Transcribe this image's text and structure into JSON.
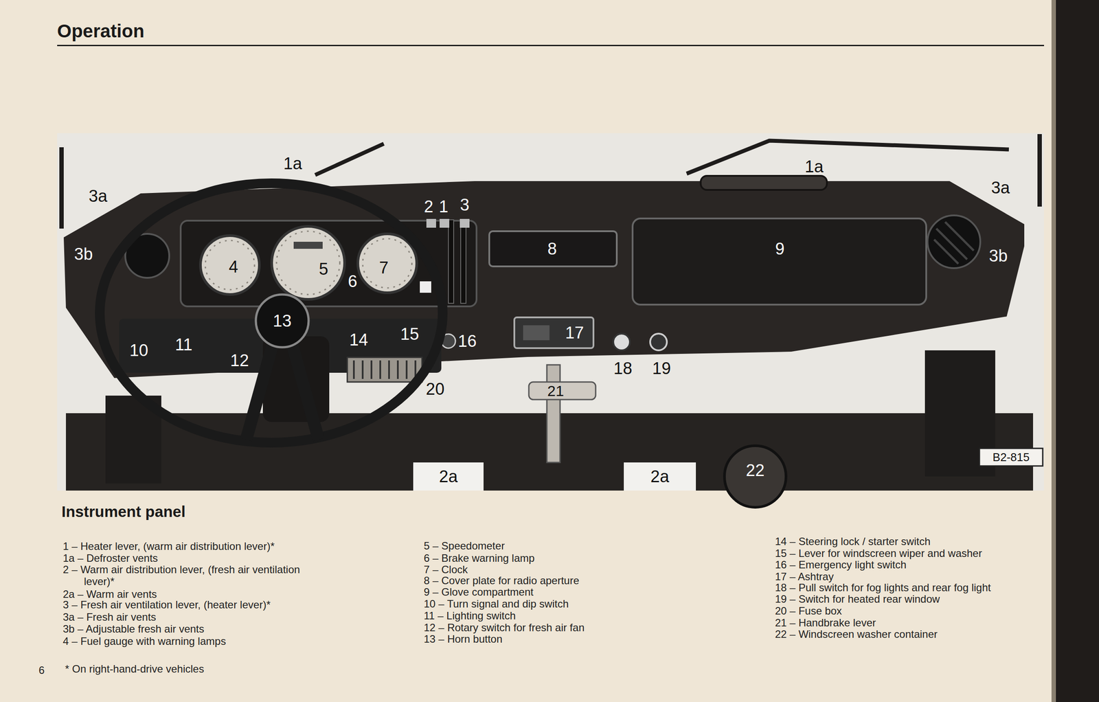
{
  "diagram": {
    "title": "Operation",
    "caption": "Instrument panel",
    "labels": [
      "3a",
      "1a",
      "1a",
      "3a",
      "2",
      "1",
      "3",
      "3b",
      "4",
      "5",
      "6",
      "7",
      "8",
      "9",
      "3b",
      "13",
      "10",
      "11",
      "12",
      "14",
      "15",
      "16",
      "17",
      "18",
      "19",
      "20",
      "21",
      "2a",
      "2a",
      "22",
      "B2-815",
      "1 – Heater lever, (warm air distribution lever)*",
      "1a – Defroster vents",
      "2 – Warm air distribution lever, (fresh air ventilation lever)*",
      "2a – Warm air vents",
      "3 – Fresh air ventilation lever, (heater lever)*",
      "3a – Fresh air vents",
      "3b – Adjustable fresh air vents",
      "4 – Fuel gauge with warning lamps",
      "5 – Speedometer",
      "6 – Brake warning lamp",
      "7 – Clock",
      "8 – Cover plate for radio aperture",
      "9 – Glove compartment",
      "10 – Turn signal and dip switch",
      "11 – Lighting switch",
      "12 – Rotary switch for fresh air fan",
      "13 – Horn button",
      "14 – Steering lock / starter switch",
      "15 – Lever for windscreen wiper and washer",
      "16 – Emergency light switch",
      "17 – Ashtray",
      "18 – Pull switch for fog lights and rear fog light",
      "19 – Switch for heated rear window",
      "20 – Fuse box",
      "21 – Handbrake lever",
      "22 – Windscreen washer container",
      "* On right-hand-drive vehicles",
      "6"
    ]
  }
}
